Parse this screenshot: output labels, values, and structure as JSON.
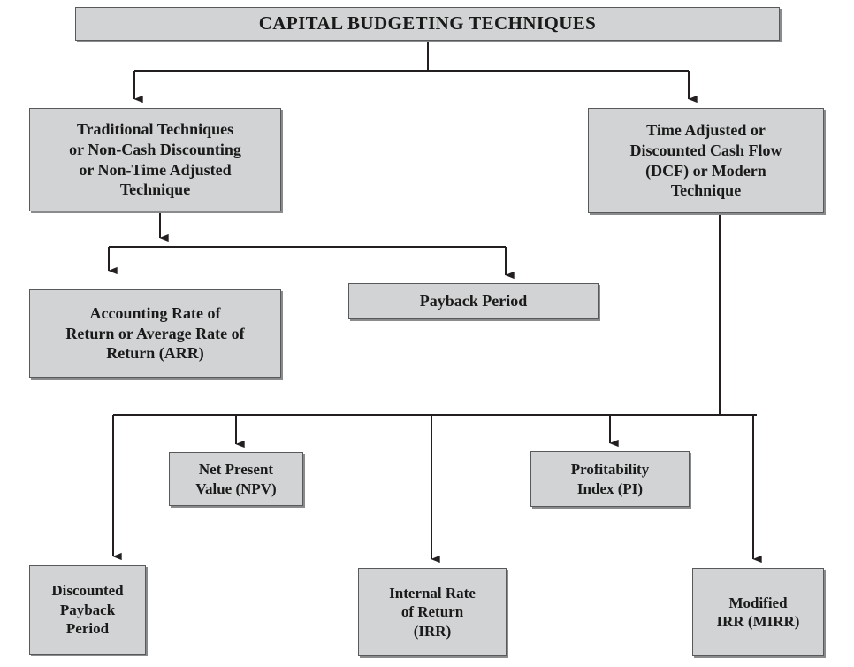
{
  "diagram": {
    "title": "CAPITAL BUDGETING TECHNIQUES",
    "type": "hierarchy-flowchart",
    "colors": {
      "node_fill": "#d2d3d4",
      "node_border": "#58595b",
      "node_shadow": "#8a8b8d",
      "connector": "#231f20",
      "text": "#1a1a1a",
      "background": "#ffffff"
    },
    "nodes": {
      "root": {
        "id": "capital-budgeting-techniques",
        "label": "CAPITAL BUDGETING TECHNIQUES",
        "level": 0
      },
      "traditional": {
        "id": "traditional-techniques",
        "label": "Traditional Techniques\nor Non-Cash Discounting\nor Non-Time Adjusted\nTechnique",
        "level": 1
      },
      "dcf": {
        "id": "time-adjusted-dcf",
        "label": "Time Adjusted or\nDiscounted Cash Flow\n(DCF) or Modern\nTechnique",
        "level": 1
      },
      "arr": {
        "id": "accounting-rate-of-return",
        "label": "Accounting Rate of\nReturn or Average Rate of\nReturn (ARR)",
        "level": 2
      },
      "payback": {
        "id": "payback-period",
        "label": "Payback Period",
        "level": 2
      },
      "npv": {
        "id": "net-present-value",
        "label": "Net Present\nValue (NPV)",
        "level": 2
      },
      "pi": {
        "id": "profitability-index",
        "label": "Profitability\nIndex (PI)",
        "level": 2
      },
      "dpb": {
        "id": "discounted-payback-period",
        "label": "Discounted\nPayback\nPeriod",
        "level": 3
      },
      "irr": {
        "id": "internal-rate-of-return",
        "label": "Internal Rate\nof Return\n(IRR)",
        "level": 3
      },
      "mirr": {
        "id": "modified-irr",
        "label": "Modified\nIRR (MIRR)",
        "level": 3
      }
    },
    "edges": [
      {
        "from": "root",
        "to": "traditional"
      },
      {
        "from": "root",
        "to": "dcf"
      },
      {
        "from": "traditional",
        "to": "arr"
      },
      {
        "from": "traditional",
        "to": "payback"
      },
      {
        "from": "dcf",
        "to": "dpb"
      },
      {
        "from": "dcf",
        "to": "npv"
      },
      {
        "from": "dcf",
        "to": "irr"
      },
      {
        "from": "dcf",
        "to": "pi"
      },
      {
        "from": "dcf",
        "to": "mirr"
      }
    ]
  }
}
